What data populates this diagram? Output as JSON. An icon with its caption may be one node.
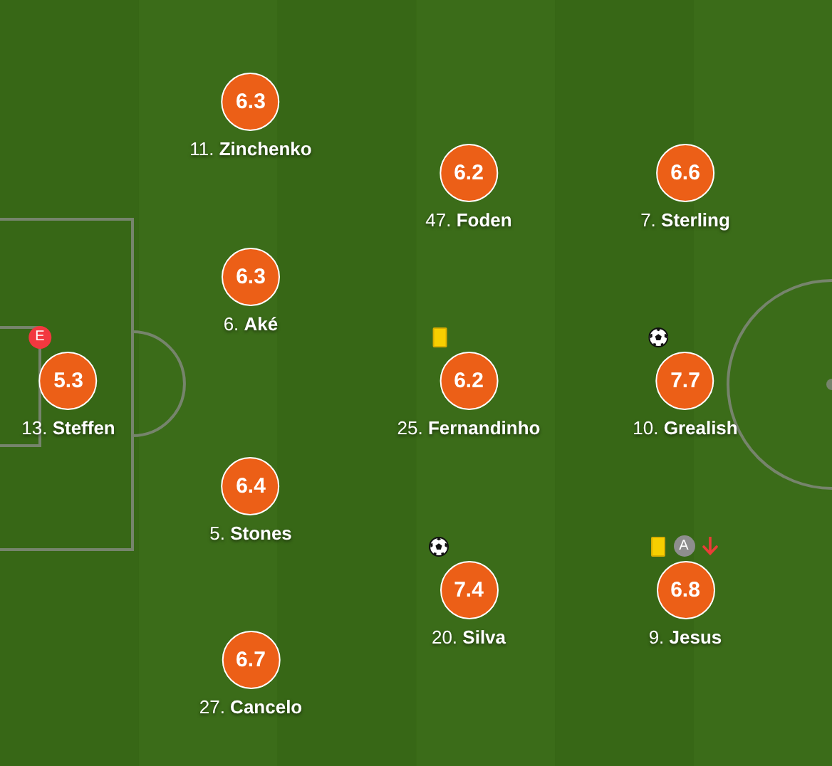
{
  "diagram": {
    "nodes": [
      {
        "text": [
          "6.3"
        ],
        "beside": [
          "11. **Zinchenko**"
        ]
      },
      {
        "text": [
          "6.2"
        ],
        "beside": [
          "47. **Foden**"
        ]
      },
      {
        "text": [
          "6.6"
        ],
        "beside": [
          "7. **Sterling**"
        ]
      },
      {
        "text": [
          "6.3"
        ],
        "beside": [
          "6. **Aké**"
        ]
      },
      {
        "text": [
          "5.3"
        ],
        "beside": [
          "E",
          "13. **Steffen**"
        ]
      },
      {
        "text": [
          "6.2"
        ],
        "beside": [
          "25. **Fernandinho**"
        ]
      },
      {
        "text": [
          "7.7"
        ],
        "beside": [
          "10. **Grealish**"
        ]
      },
      {
        "text": [
          "6.4"
        ],
        "beside": [
          "5. **Stones**"
        ]
      },
      {
        "text": [
          "7.4"
        ],
        "beside": [
          "20. **Silva**"
        ]
      },
      {
        "text": [
          "6.8"
        ],
        "beside": [
          "A",
          "9. **Jesus**"
        ]
      },
      {
        "text": [
          "6.7"
        ],
        "beside": [
          "27. **Cancelo**"
        ]
      }
    ]
  }
}
